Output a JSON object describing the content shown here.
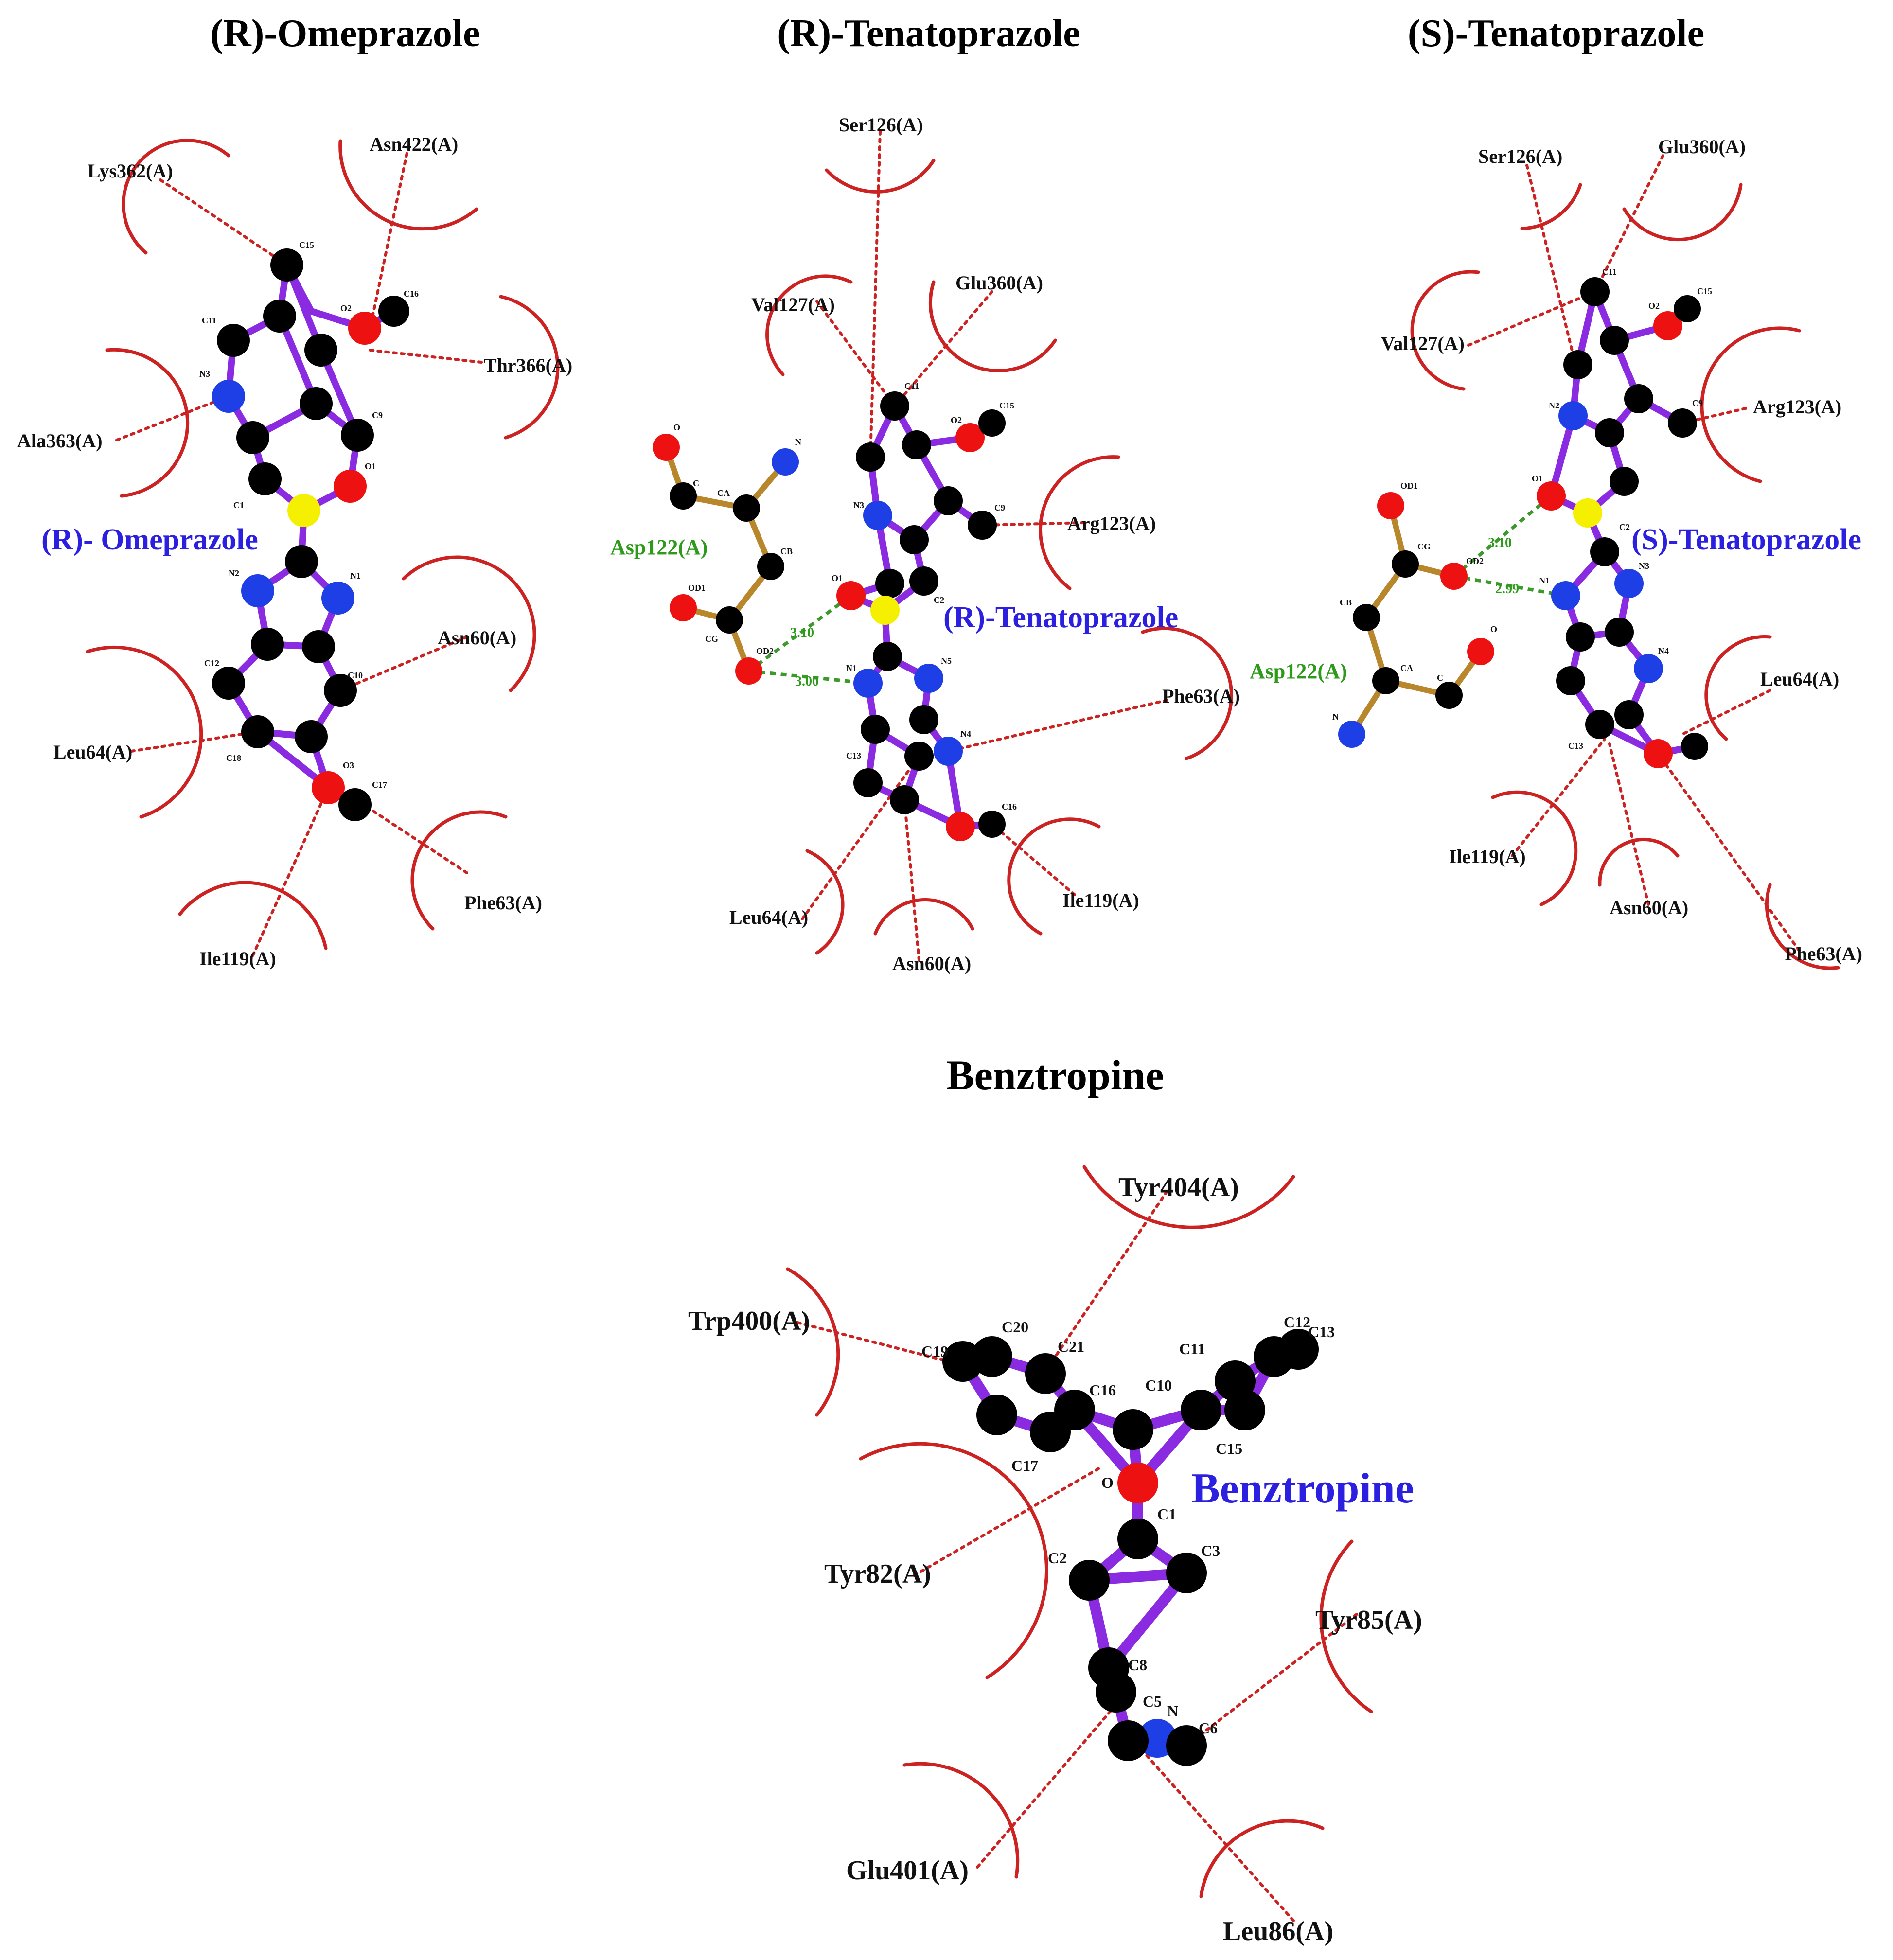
{
  "colors": {
    "title": "#000000",
    "ligand_label": "#2b1fe0",
    "hbond_residue": "#2e9a1a",
    "hydrophobic": "#cc2222",
    "bond": "#8a2be2",
    "residue_bond": "#b8862b",
    "carbon": "#000000",
    "nitrogen": "#1f3fe6",
    "oxygen": "#ee1111",
    "sulfur": "#f5f000",
    "hbond_line": "#3a9a2a"
  },
  "panels": {
    "r_omeprazole": {
      "title": "(R)-Omeprazole",
      "ligand_label": "(R)- Omeprazole",
      "residues": [
        "Lys362(A)",
        "Asn422(A)",
        "Thr366(A)",
        "Ala363(A)",
        "Asn60(A)",
        "Leu64(A)",
        "Phe63(A)",
        "Ile119(A)"
      ],
      "atoms": [
        "C15",
        "C16",
        "O2",
        "C11",
        "N3",
        "C9",
        "O1",
        "C1",
        "N2",
        "N1",
        "C12",
        "C10",
        "C18",
        "O3",
        "C17"
      ]
    },
    "r_tenatoprazole": {
      "title": "(R)-Tenatoprazole",
      "ligand_label": "(R)-Tenatoprazole",
      "hbond_residue": "Asp122(A)",
      "hbond_distances": [
        "3.10",
        "3.00"
      ],
      "residues": [
        "Ser126(A)",
        "Val127(A)",
        "Glu360(A)",
        "Arg123(A)",
        "Phe63(A)",
        "Leu64(A)",
        "Asn60(A)",
        "Ile119(A)"
      ],
      "atoms": [
        "O",
        "N",
        "C",
        "CA",
        "CB",
        "OD1",
        "CG",
        "OD2",
        "C11",
        "C15",
        "O2",
        "N3",
        "C9",
        "O1",
        "C2",
        "N1",
        "N5",
        "N4",
        "C16",
        "C13"
      ]
    },
    "s_tenatoprazole": {
      "title": "(S)-Tenatoprazole",
      "ligand_label": "(S)-Tenatoprazole",
      "hbond_residue": "Asp122(A)",
      "hbond_distances": [
        "3.10",
        "2.99"
      ],
      "residues": [
        "Ser126(A)",
        "Glu360(A)",
        "Val127(A)",
        "Arg123(A)",
        "Leu64(A)",
        "Ile119(A)",
        "Asn60(A)",
        "Phe63(A)"
      ],
      "atoms": [
        "OD1",
        "CG",
        "OD2",
        "CB",
        "CA",
        "C",
        "O",
        "N",
        "C11",
        "C15",
        "O2",
        "N2",
        "C9",
        "O1",
        "C2",
        "N1",
        "N3",
        "N4",
        "C13"
      ]
    },
    "benztropine": {
      "title": "Benztropine",
      "ligand_label": "Benztropine",
      "residues": [
        "Tyr404(A)",
        "Trp400(A)",
        "Tyr82(A)",
        "Tyr85(A)",
        "Glu401(A)",
        "Leu86(A)"
      ],
      "atoms": [
        "C20",
        "C19",
        "C21",
        "C11",
        "C12",
        "C13",
        "C16",
        "C10",
        "C17",
        "C15",
        "O",
        "C1",
        "C2",
        "C3",
        "C8",
        "C5",
        "N",
        "C6"
      ]
    }
  }
}
